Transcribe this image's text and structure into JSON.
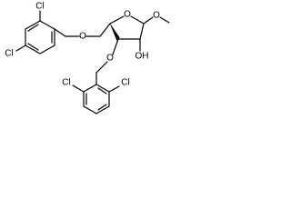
{
  "molecule": {
    "atoms": {
      "cl_top": "Cl",
      "cl_left": "Cl",
      "o_benzyl1": "O",
      "o_ring": "O",
      "o_methoxy": "O",
      "oh": "OH",
      "o_benzyl2": "O",
      "cl_right": "Cl",
      "cl_bottom": "Cl"
    }
  },
  "colors": {
    "bond": "#000000",
    "label": "#000000",
    "background": "#ffffff"
  }
}
